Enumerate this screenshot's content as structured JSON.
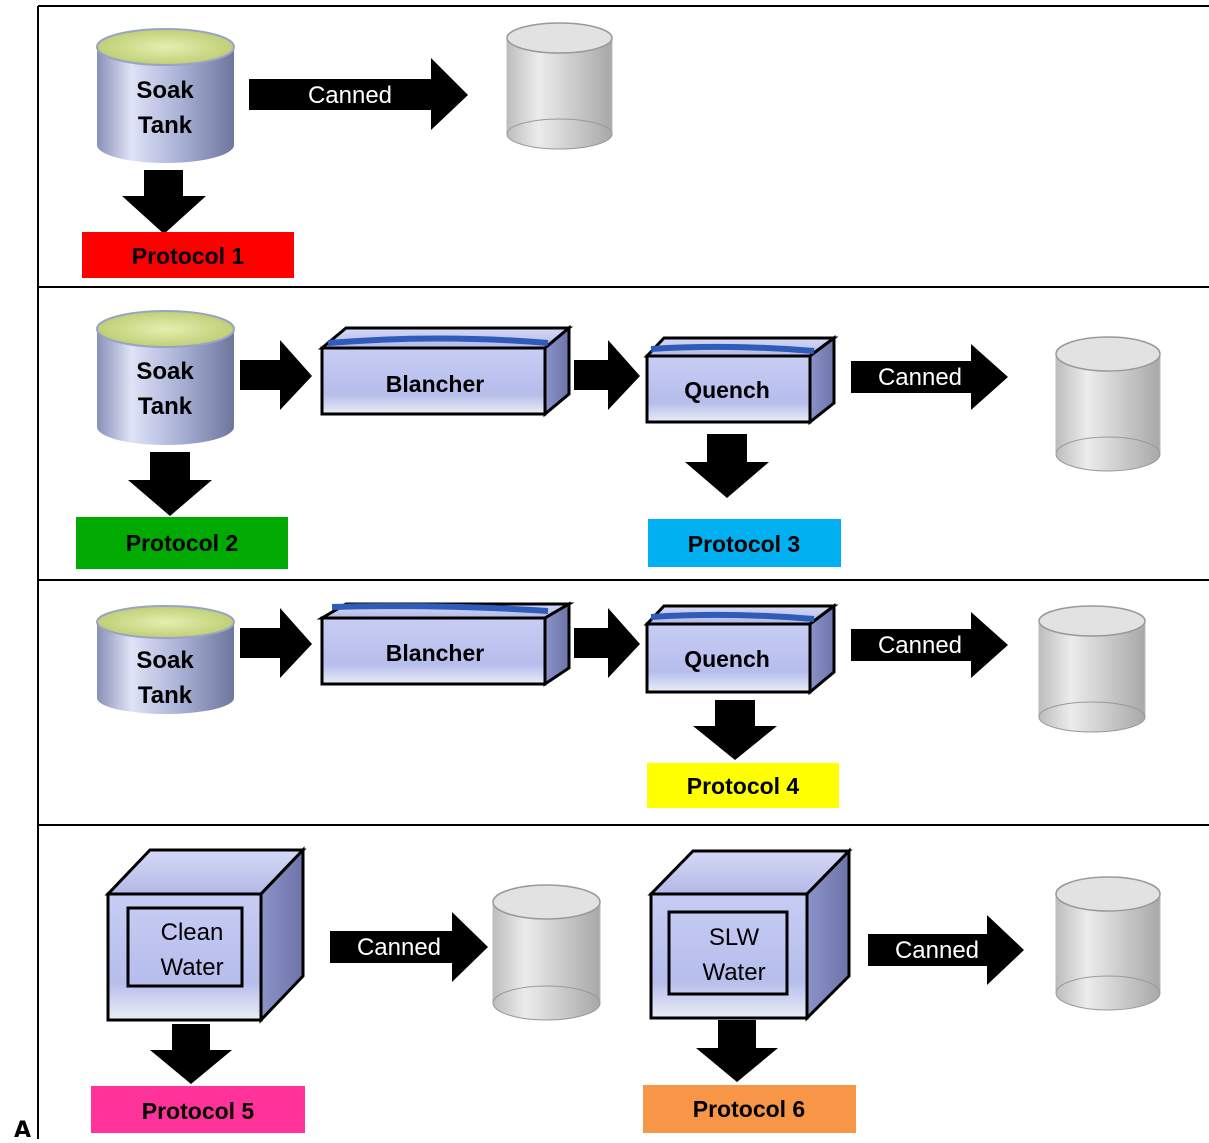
{
  "figure_label": "A",
  "colors": {
    "border": "#000000",
    "tank_fill_top": "#c9d96a",
    "tank_body": "#aab2d6",
    "machine_body": "#b9c0ec",
    "machine_top_stripe": "#2e5cb8",
    "can_fill": "#d2d2d2",
    "arrow": "#000000",
    "protocol1": "#ff0000",
    "protocol2": "#00aa00",
    "protocol3": "#00b0f0",
    "protocol4": "#ffff00",
    "protocol5": "#ff3399",
    "protocol6": "#f79646"
  },
  "rows": [
    {
      "soak_tank": [
        "Soak",
        "Tank"
      ],
      "canned": "Canned",
      "protocols": [
        "Protocol 1"
      ]
    },
    {
      "soak_tank": [
        "Soak",
        "Tank"
      ],
      "blancher": "Blancher",
      "quench": "Quench",
      "canned": "Canned",
      "protocols": [
        "Protocol 2",
        "Protocol 3"
      ]
    },
    {
      "soak_tank": [
        "Soak",
        "Tank"
      ],
      "blancher": "Blancher",
      "quench": "Quench",
      "canned": "Canned",
      "protocols": [
        "Protocol 4"
      ]
    },
    {
      "clean_water": [
        "Clean",
        "Water"
      ],
      "slw_water": [
        "SLW",
        "Water"
      ],
      "canned_left": "Canned",
      "canned_right": "Canned",
      "protocols": [
        "Protocol 5",
        "Protocol 6"
      ]
    }
  ]
}
